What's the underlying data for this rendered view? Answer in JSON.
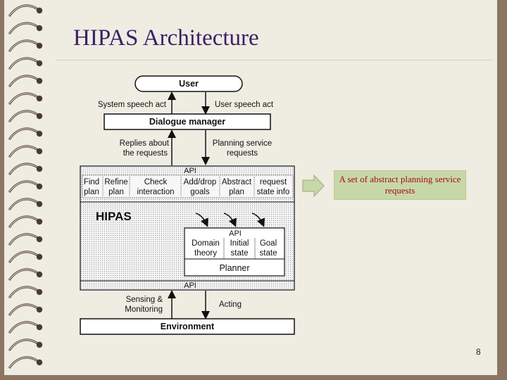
{
  "title": "HIPAS Architecture",
  "diagram": {
    "user": "User",
    "system_speech_act": "System speech act",
    "user_speech_act": "User speech act",
    "dialogue_manager": "Dialogue manager",
    "replies_line1": "Replies about",
    "replies_line2": "the requests",
    "planning_line1": "Planning service",
    "planning_line2": "requests",
    "api_top": "API",
    "services": [
      {
        "line1": "Find",
        "line2": "plan"
      },
      {
        "line1": "Refine",
        "line2": "plan"
      },
      {
        "line1": "Check",
        "line2": "interaction"
      },
      {
        "line1": "Add/drop",
        "line2": "goals"
      },
      {
        "line1": "Abstract",
        "line2": "plan"
      },
      {
        "line1": "request",
        "line2": "state info"
      }
    ],
    "hipas": "HIPAS",
    "api_inner": "API",
    "planner_inputs": [
      {
        "line1": "Domain",
        "line2": "theory"
      },
      {
        "line1": "Initial",
        "line2": "state"
      },
      {
        "line1": "Goal",
        "line2": "state"
      }
    ],
    "planner": "Planner",
    "api_bottom": "API",
    "sensing_line1": "Sensing &",
    "sensing_line2": "Monitoring",
    "acting": "Acting",
    "environment": "Environment"
  },
  "callout": "A set of abstract planning service requests",
  "page_number": "8",
  "colors": {
    "title": "#3a1f66",
    "callout_bg": "#c8d7aa",
    "callout_text": "#a01010",
    "frame": "#8c7563",
    "page": "#efece2"
  }
}
